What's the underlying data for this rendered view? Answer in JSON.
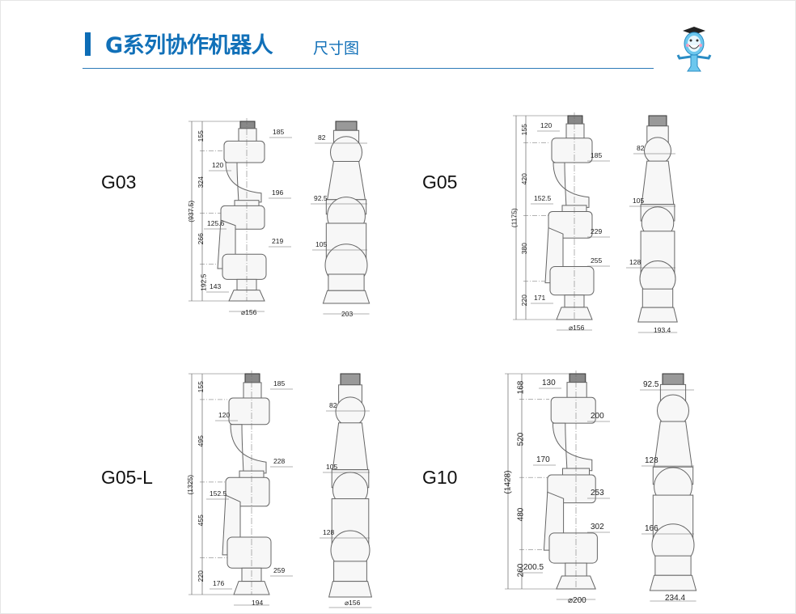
{
  "header": {
    "title": "G系列协作机器人",
    "subtitle": "尺寸图"
  },
  "mascot": {
    "icon": "mascot-graduate-icon"
  },
  "colors": {
    "brand_blue": "#1170b8",
    "rule": "#2b7ab8",
    "line": "#555555"
  },
  "models": [
    {
      "name": "G03",
      "side": {
        "total": "(937.5)",
        "segments": [
          "155",
          "324",
          "266",
          "192.5"
        ],
        "dims": [
          "185",
          "120",
          "196",
          "125.6",
          "219",
          "143"
        ],
        "base": "⌀156"
      },
      "front": {
        "dims": [
          "82",
          "92.5",
          "105"
        ],
        "base": "203"
      }
    },
    {
      "name": "G05",
      "side": {
        "total": "(1175)",
        "segments": [
          "155",
          "420",
          "380",
          "220"
        ],
        "dims": [
          "120",
          "185",
          "152.5",
          "229",
          "255",
          "171"
        ],
        "base": "⌀156"
      },
      "front": {
        "dims": [
          "82",
          "105",
          "128"
        ],
        "base": "193.4"
      }
    },
    {
      "name": "G05-L",
      "side": {
        "total": "(1325)",
        "segments": [
          "155",
          "495",
          "455",
          "220"
        ],
        "dims": [
          "185",
          "120",
          "228",
          "152.5",
          "259",
          "176"
        ],
        "base": "194"
      },
      "front": {
        "dims": [
          "82",
          "105",
          "128"
        ],
        "base": "⌀156"
      }
    },
    {
      "name": "G10",
      "side": {
        "total": "(1428)",
        "segments": [
          "168",
          "520",
          "480",
          "260"
        ],
        "dims": [
          "130",
          "200",
          "170",
          "253",
          "302",
          "200.5"
        ],
        "base": "⌀200"
      },
      "front": {
        "dims": [
          "92.5",
          "128",
          "166"
        ],
        "base": "234.4"
      }
    }
  ]
}
